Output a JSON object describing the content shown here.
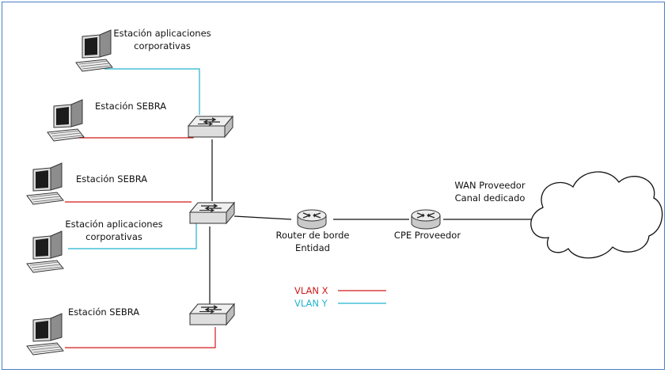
{
  "stations": [
    {
      "line1": "Estación aplicaciones",
      "line2": "corporativas"
    },
    {
      "line1": "Estación SEBRA"
    },
    {
      "line1": "Estación SEBRA"
    },
    {
      "line1": "Estación aplicaciones",
      "line2": "corporativas"
    },
    {
      "line1": "Estación SEBRA"
    }
  ],
  "router": {
    "line1": "Router de borde",
    "line2": "Entidad"
  },
  "cpe": {
    "line1": "CPE Proveedor"
  },
  "wan": {
    "line1": "WAN Proveedor",
    "line2": "Canal dedicado"
  },
  "legend": [
    {
      "label": "VLAN X",
      "color": "#d01a1a"
    },
    {
      "label": "VLAN Y",
      "color": "#23b3cf"
    }
  ],
  "colors": {
    "vlan_x": "#d01a1a",
    "vlan_y": "#23b3cf",
    "link": "#111111",
    "frame": "#4a7ec4"
  },
  "icons": {
    "station": "desktop-computer-icon",
    "switch": "network-switch-icon",
    "router": "router-icon",
    "cloud": "cloud-icon"
  }
}
